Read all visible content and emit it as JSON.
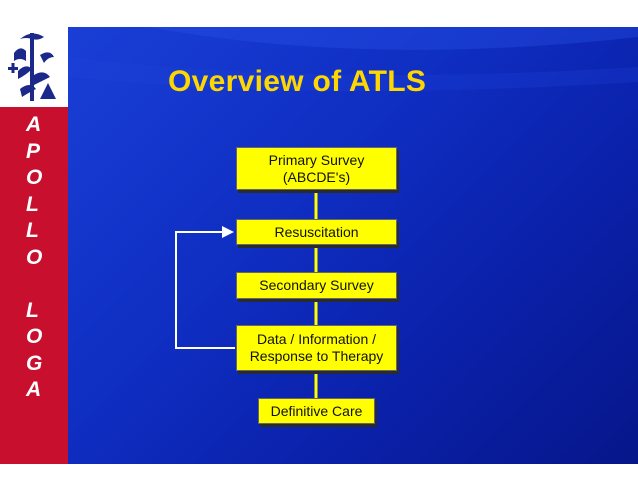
{
  "slide": {
    "title": "Overview of ATLS",
    "sidebar_letters": [
      "A",
      "P",
      "O",
      "L",
      "L",
      "O",
      "",
      "L",
      "O",
      "G",
      "A"
    ],
    "logo_icon": "caduceus-logo-icon",
    "colors": {
      "sidebar": "#c8102e",
      "background": "#0f2ec2",
      "title": "#ffd700",
      "node_fill": "#ffff00",
      "connector": "#ffff00"
    }
  },
  "flowchart": {
    "nodes": [
      {
        "id": "primary-survey",
        "lines": [
          "Primary Survey",
          "(ABCDE's)"
        ]
      },
      {
        "id": "resuscitation",
        "lines": [
          "Resuscitation"
        ]
      },
      {
        "id": "secondary-survey",
        "lines": [
          "Secondary Survey"
        ]
      },
      {
        "id": "data-information",
        "lines": [
          "Data / Information /",
          "Response to Therapy"
        ]
      },
      {
        "id": "definitive-care",
        "lines": [
          "Definitive Care"
        ]
      }
    ],
    "edges": [
      {
        "from": "primary-survey",
        "to": "resuscitation"
      },
      {
        "from": "resuscitation",
        "to": "secondary-survey"
      },
      {
        "from": "secondary-survey",
        "to": "data-information"
      },
      {
        "from": "data-information",
        "to": "definitive-care"
      },
      {
        "from": "data-information",
        "to": "resuscitation",
        "type": "feedback-loop"
      }
    ]
  }
}
